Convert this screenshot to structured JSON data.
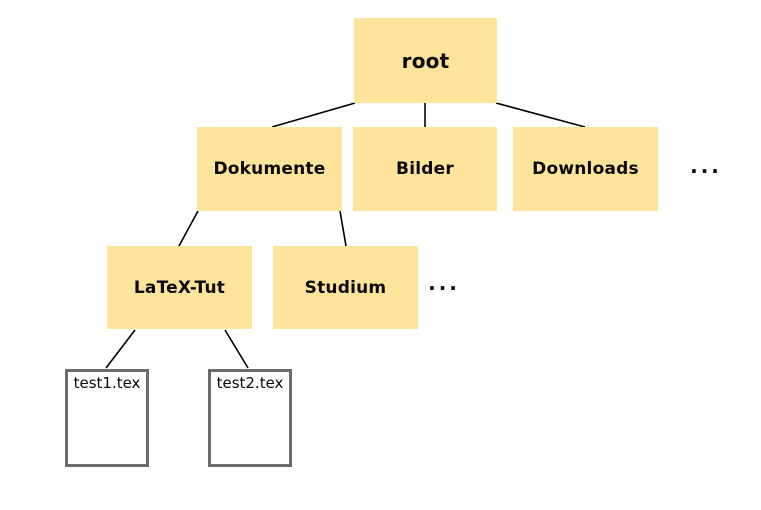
{
  "diagram": {
    "title_hint": "directory-tree",
    "colors": {
      "folder_fill": "#fce49a",
      "file_border": "#6b6b6b",
      "line": "#000000",
      "background": "#ffffff"
    },
    "nodes": {
      "root": {
        "label": "root",
        "type": "folder",
        "level": 1
      },
      "dokumente": {
        "label": "Dokumente",
        "type": "folder",
        "level": 2,
        "parent": "root"
      },
      "bilder": {
        "label": "Bilder",
        "type": "folder",
        "level": 2,
        "parent": "root"
      },
      "downloads": {
        "label": "Downloads",
        "type": "folder",
        "level": 2,
        "parent": "root"
      },
      "latex_tut": {
        "label": "LaTeX-Tut",
        "type": "folder",
        "level": 3,
        "parent": "dokumente"
      },
      "studium": {
        "label": "Studium",
        "type": "folder",
        "level": 3,
        "parent": "dokumente"
      },
      "test1": {
        "label": "test1.tex",
        "type": "file",
        "level": 4,
        "parent": "latex_tut"
      },
      "test2": {
        "label": "test2.tex",
        "type": "file",
        "level": 4,
        "parent": "latex_tut"
      }
    },
    "ellipsis_level2": "...",
    "ellipsis_level3": "..."
  }
}
